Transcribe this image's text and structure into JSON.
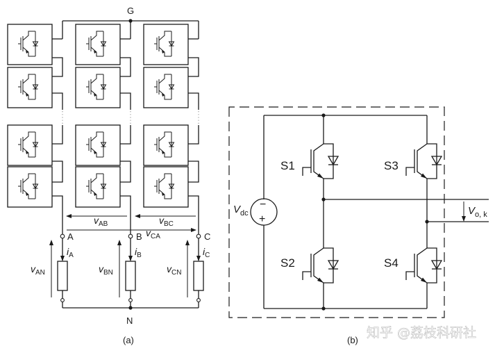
{
  "labels": {
    "node_g": "G",
    "node_n": "N",
    "node_a": "A",
    "node_b": "B",
    "node_c": "C",
    "v_ab": "v",
    "v_ab_sub": "AB",
    "v_bc": "v",
    "v_bc_sub": "BC",
    "v_ca": "v",
    "v_ca_sub": "CA",
    "i_a": "i",
    "i_a_sub": "A",
    "i_b": "i",
    "i_b_sub": "B",
    "i_c": "i",
    "i_c_sub": "C",
    "v_an": "v",
    "v_an_sub": "AN",
    "v_bn": "v",
    "v_bn_sub": "BN",
    "v_cn": "v",
    "v_cn_sub": "CN",
    "caption_a": "(a)",
    "caption_b": "(b)",
    "s1": "S1",
    "s2": "S2",
    "s3": "S3",
    "s4": "S4",
    "vdc": "V",
    "vdc_sub": "dc",
    "src_minus": "−",
    "src_plus": "+",
    "vok": "V",
    "vok_sub": "o, k",
    "watermark": "知乎 @荔枝科研社"
  }
}
